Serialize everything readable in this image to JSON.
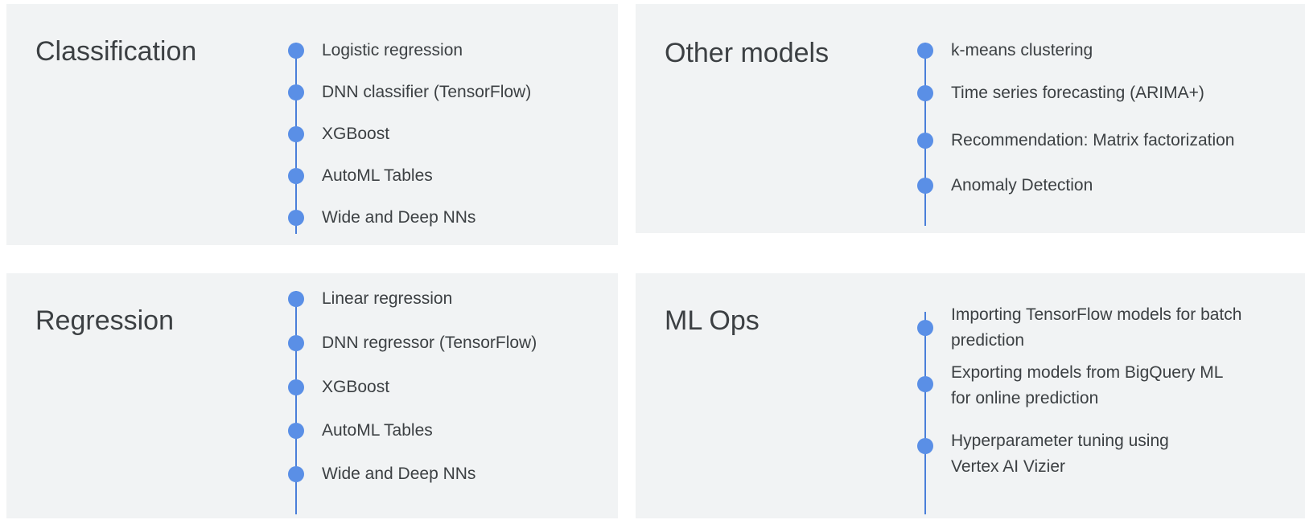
{
  "panels": {
    "classification": {
      "title": "Classification",
      "items": [
        "Logistic regression",
        "DNN classifier (TensorFlow)",
        "XGBoost",
        "AutoML Tables",
        "Wide and Deep NNs"
      ]
    },
    "other_models": {
      "title": "Other models",
      "items": [
        "k-means clustering",
        "Time series forecasting (ARIMA+)",
        "Recommendation: Matrix factorization",
        "Anomaly Detection"
      ]
    },
    "regression": {
      "title": "Regression",
      "items": [
        "Linear regression",
        "DNN regressor (TensorFlow)",
        "XGBoost",
        "AutoML Tables",
        "Wide and Deep NNs"
      ]
    },
    "ml_ops": {
      "title": "ML Ops",
      "items": [
        "Importing TensorFlow models for batch prediction",
        "Exporting models from BigQuery ML for online prediction",
        "Hyperparameter tuning using Vertex AI Vizier"
      ]
    }
  },
  "colors": {
    "accent": "#5a8fe6",
    "panel_bg": "#f1f3f4",
    "text": "#3c4043"
  },
  "icons": {
    "timeline_dot": "circle-dot-icon"
  }
}
